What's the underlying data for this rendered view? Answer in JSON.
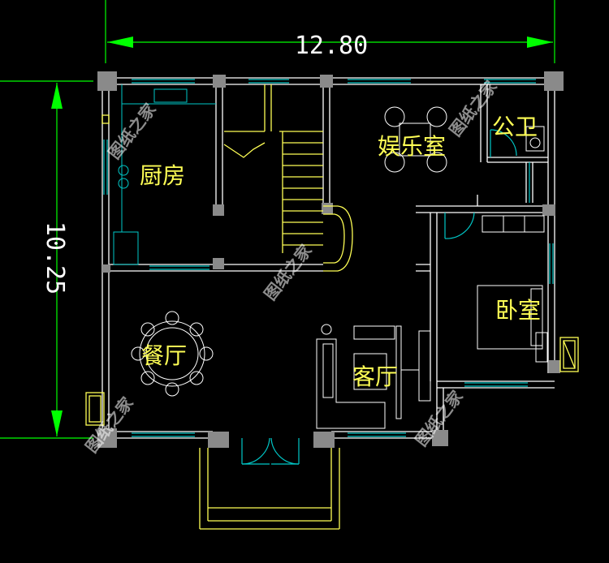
{
  "dimensions": {
    "width": "12.80",
    "height": "10.25"
  },
  "rooms": {
    "kitchen": "厨房",
    "entertainment": "娱乐室",
    "bathroom": "公卫",
    "bedroom": "卧室",
    "dining": "餐厅",
    "living": "客厅"
  },
  "watermark": "图纸之家",
  "colors": {
    "background": "#000000",
    "wall": "#ffffff",
    "column": "#8a8a8a",
    "furniture": "#ffffff",
    "stairs": "#ffff55",
    "window": "#00c8c8",
    "door": "#00c8c8",
    "label": "#ffff55",
    "dimension": "#00ff00"
  }
}
